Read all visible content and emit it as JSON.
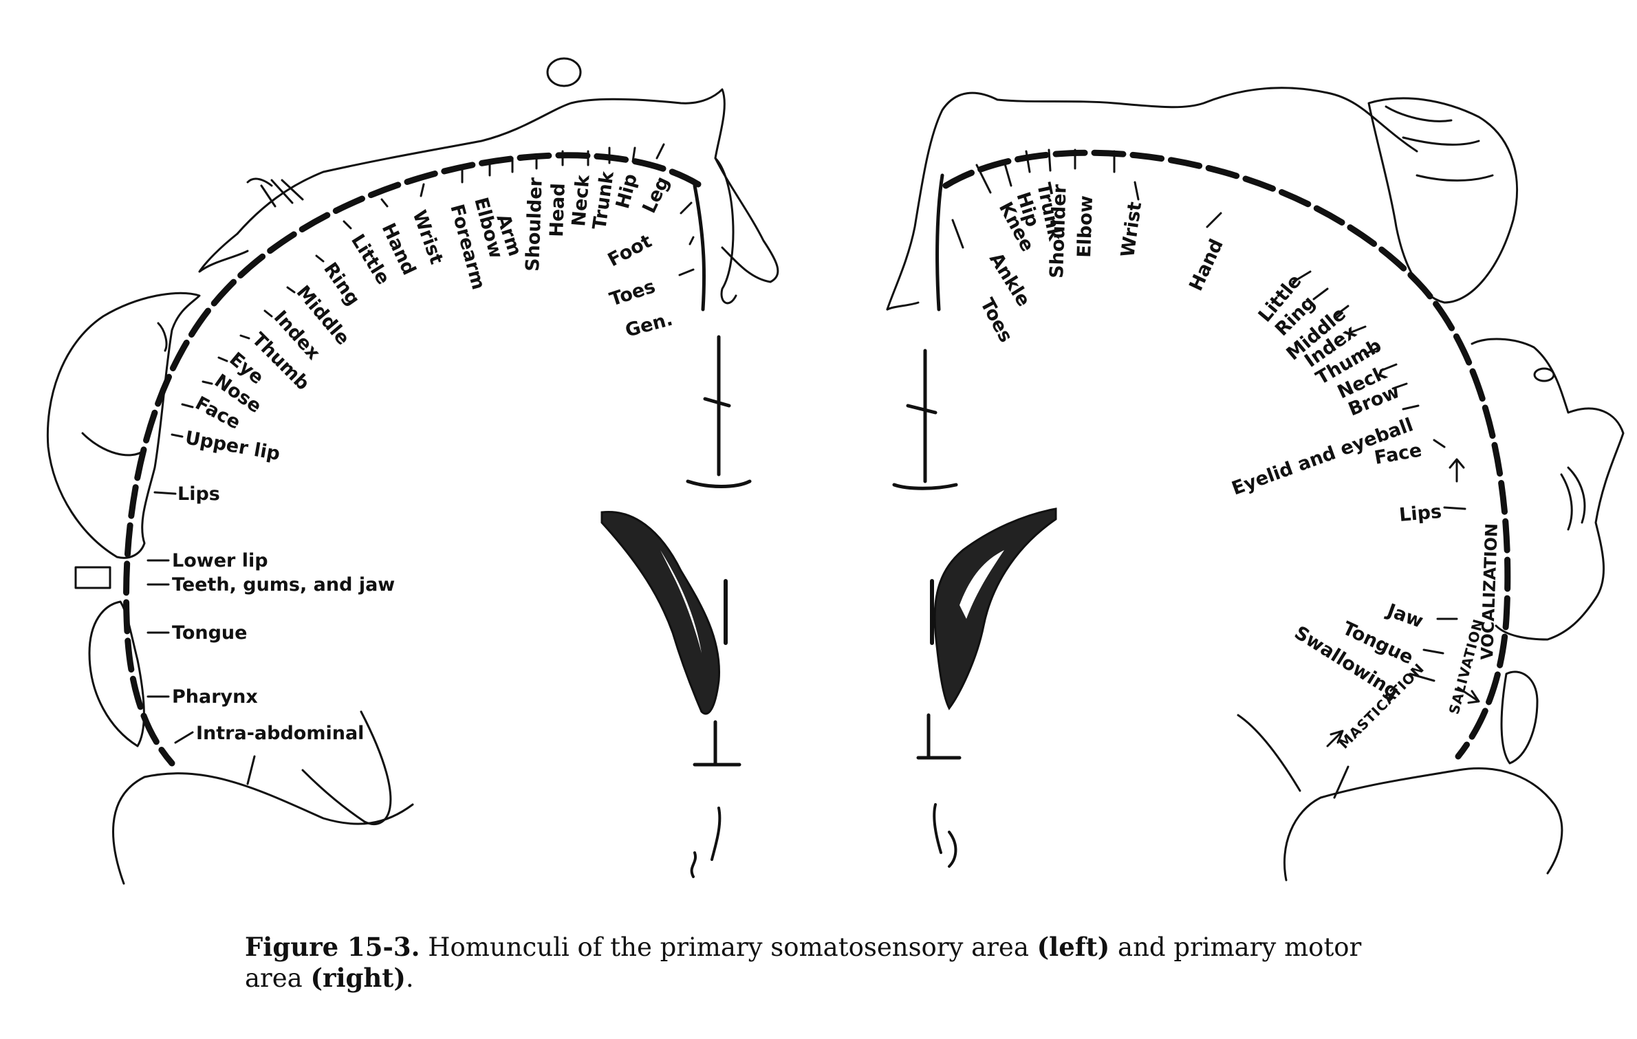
{
  "sensory_labels": [
    "Toes",
    "Gen.",
    "Foot",
    "Leg",
    "Hip",
    "Trunk",
    "Neck",
    "Head",
    "Shoulder",
    "Arm",
    "Elbow",
    "Forearm",
    "Wrist",
    "Hand",
    "Little",
    "Ring",
    "Middle",
    "Index",
    "Thumb",
    "Eye",
    "Nose",
    "Face",
    "Upper lip",
    "Lips",
    "Lower lip",
    "Teeth, gums, and jaw",
    "Tongue",
    "Pharynx",
    "Intra-abdominal"
  ],
  "motor_labels": [
    "Toes",
    "Ankle",
    "Knee",
    "Hip",
    "Trunk",
    "Shoulder",
    "Elbow",
    "Wrist",
    "Hand",
    "Little",
    "Ring",
    "Middle",
    "Index",
    "Thumb",
    "Neck",
    "Brow",
    "Eyelid and eyeball",
    "Face",
    "Lips",
    "Jaw",
    "Tongue",
    "Swallowing"
  ],
  "motor_function_labels": [
    "VOCALIZATION",
    "SALIVATION",
    "MASTICATION"
  ],
  "caption": {
    "figure_number": "Figure 15-3.",
    "text_1": "Homunculi of the primary somatosensory area",
    "left_word": "(left)",
    "text_2": "and primary motor area",
    "right_word": "(right)",
    "end": "."
  }
}
